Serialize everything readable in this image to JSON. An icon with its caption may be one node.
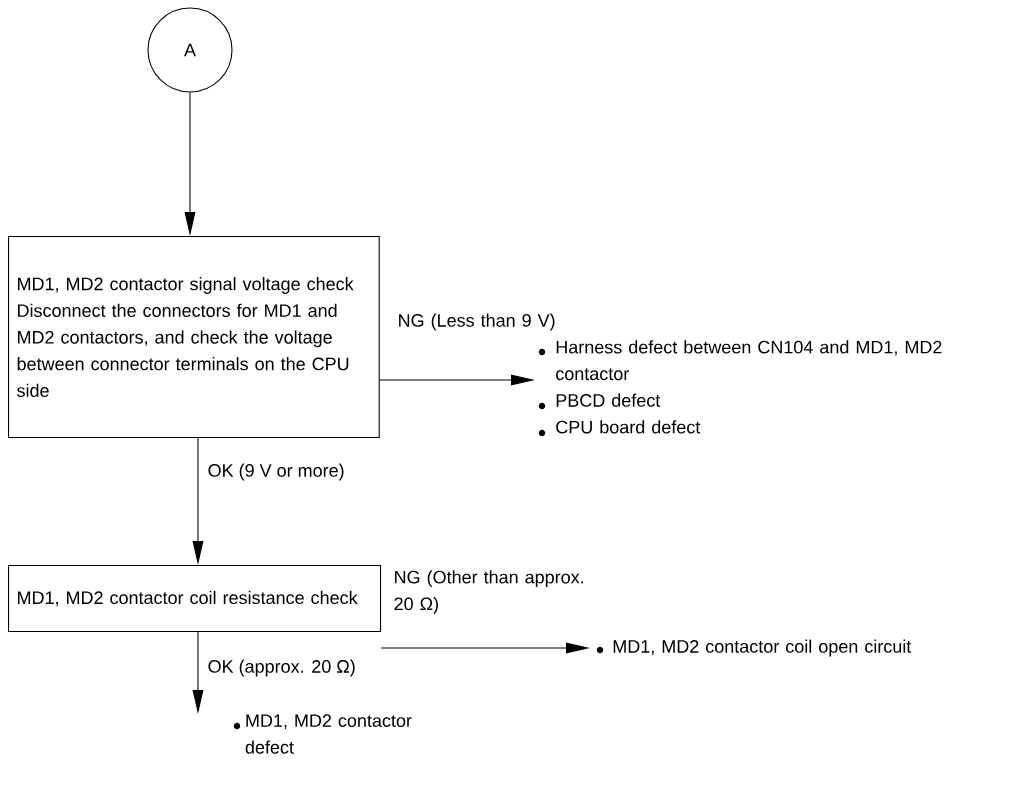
{
  "diagram": {
    "nodes": [
      {
        "text": [
          "A"
        ]
      },
      {
        "text": [
          "MD1, MD2 contactor signal voltage check",
          "Disconnect the connectors for MD1 and MD2 contactors, and check the voltage between connector terminals on the CPU side"
        ]
      },
      {
        "text": [
          "Harness defect between CN104 and MD1, MD2 contactor",
          "PBCD defect",
          "CPU board defect"
        ]
      },
      {
        "text": [
          "MD1, MD2 contactor coil resistance check"
        ]
      },
      {
        "text": [
          "MD1, MD2 contactor coil open circuit"
        ]
      },
      {
        "text": [
          "MD1, MD2 contactor defect"
        ]
      }
    ],
    "edges": [
      {
        "from": 0,
        "to": 1,
        "arrow": "to"
      },
      {
        "from": 1,
        "to": 2,
        "arrow": "to",
        "label": "NG (Less than 9 V)"
      },
      {
        "from": 1,
        "to": 3,
        "arrow": "to",
        "label": "OK (9 V or more)"
      },
      {
        "from": 3,
        "to": 4,
        "arrow": "to",
        "label": "NG (Other than approx. 20 Ω)"
      },
      {
        "from": 3,
        "to": 5,
        "arrow": "to",
        "label": "OK (approx. 20 Ω)"
      }
    ]
  }
}
